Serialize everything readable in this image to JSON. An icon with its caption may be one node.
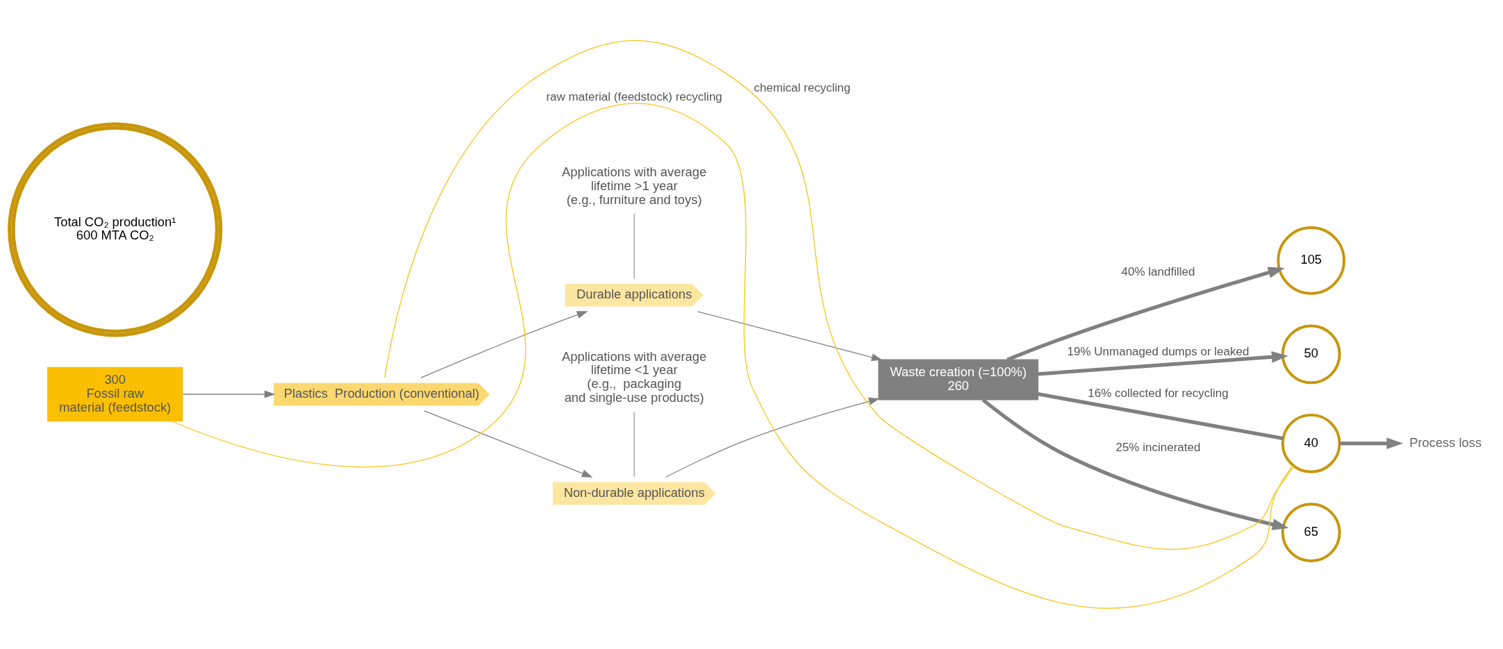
{
  "diagram": {
    "nodes": [
      {
        "text": [
          "300",
          "Fossil raw material (feedstock)"
        ]
      },
      {
        "text": [
          "Plastics  Production (conventional)"
        ]
      },
      {
        "text": [
          "Durable applications"
        ]
      },
      {
        "text": [
          "Non-durable applications"
        ]
      },
      {
        "text": [
          "Waste creation (=100%)",
          "260"
        ]
      },
      {
        "text": [
          "Process loss"
        ]
      },
      {
        "text": [
          "40"
        ]
      },
      {
        "text": [
          "65"
        ]
      },
      {
        "text": [
          "105"
        ]
      },
      {
        "text": [
          "50"
        ]
      },
      {
        "text": [
          "Total CO₂ production¹",
          "600 MTA CO₂"
        ]
      },
      {
        "text": [
          "Applications with average lifetime >1 year (e.g., furniture and toys)"
        ]
      },
      {
        "text": [
          "Applications with average lifetime <1 year (e.g.,  packaging and single-use products)"
        ]
      }
    ],
    "edges": [
      {
        "from": 0,
        "to": 1,
        "arrow": "to"
      },
      {
        "from": 1,
        "to": 2,
        "arrow": "to"
      },
      {
        "from": 1,
        "to": 3,
        "arrow": "to"
      },
      {
        "from": 2,
        "to": 4,
        "arrow": "to"
      },
      {
        "from": 3,
        "to": 4,
        "arrow": "to"
      },
      {
        "from": 4,
        "to": 6,
        "arrow": "none",
        "label": "16% collected for recycling",
        "style": "thick"
      },
      {
        "from": 6,
        "to": 5,
        "arrow": "to",
        "style": "thick"
      },
      {
        "from": 6,
        "to": 1,
        "arrow": "none",
        "label": "chemical recycling",
        "color": "#f5c518"
      },
      {
        "from": 6,
        "to": 0,
        "arrow": "none",
        "label": "raw material (feedstock) recycling",
        "color": "#f5c518"
      },
      {
        "from": 4,
        "to": 7,
        "arrow": "to",
        "label": "25% incinerated",
        "style": "thick"
      },
      {
        "from": 4,
        "to": 8,
        "arrow": "to",
        "label": "40% landfilled",
        "style": "thick"
      },
      {
        "from": 4,
        "to": 9,
        "arrow": "to",
        "label": "19% Unmanaged dumps or leaked",
        "style": "thick"
      },
      {
        "from": 11,
        "to": 2,
        "arrow": "none",
        "color": "#999999"
      },
      {
        "from": 12,
        "to": 3,
        "arrow": "none",
        "color": "#999999"
      }
    ]
  }
}
